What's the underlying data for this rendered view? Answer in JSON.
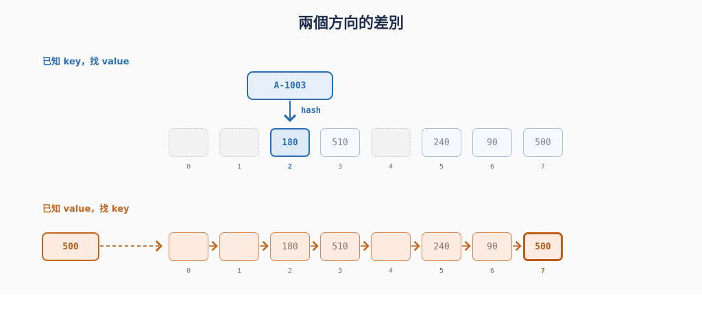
{
  "title": "兩個方向的差別",
  "top_section": {
    "label": "已知 key，找 value",
    "key": "A-1003",
    "hash_label": "hash",
    "cells": [
      "",
      "",
      "180",
      "510",
      "",
      "240",
      "90",
      "500"
    ],
    "indices": [
      "0",
      "1",
      "2",
      "3",
      "4",
      "5",
      "6",
      "7"
    ],
    "highlight_index": 2
  },
  "bottom_section": {
    "label": "已知 value，找 key",
    "search_value": "500",
    "cells": [
      "",
      "",
      "180",
      "510",
      "",
      "240",
      "90",
      "500"
    ],
    "indices": [
      "0",
      "1",
      "2",
      "3",
      "4",
      "5",
      "6",
      "7"
    ],
    "highlight_index": 7
  },
  "colors": {
    "title": "#1f2d4d",
    "blue_accent": "#2a6db3",
    "orange_accent": "#c2661f"
  }
}
